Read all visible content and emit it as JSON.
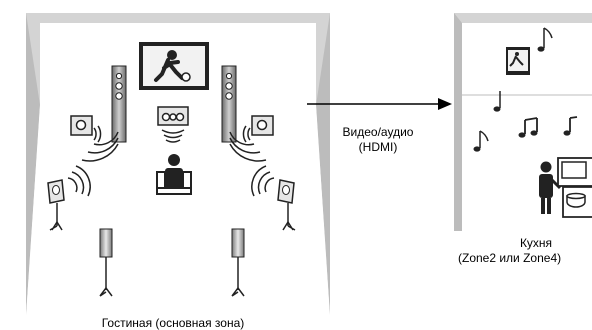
{
  "diagram": {
    "living_room_label": "Гостиная (основная зона)",
    "signal_label_line1": "Видео/аудио",
    "signal_label_line2": "(HDMI)",
    "kitchen_label_line1": "Кухня",
    "kitchen_label_line2": "(Zone2 или Zone4)"
  },
  "colors": {
    "room_wall": "#d4d4d4",
    "room_floor": "#ffffff",
    "outline": "#000000",
    "speaker_dark": "#555555",
    "speaker_light": "#e6e6e6",
    "arrow": "#000000"
  },
  "icons": [
    "tv-icon",
    "speaker-icon",
    "listener-icon",
    "music-note-icon",
    "person-cooking-icon",
    "arrow-right-icon"
  ]
}
